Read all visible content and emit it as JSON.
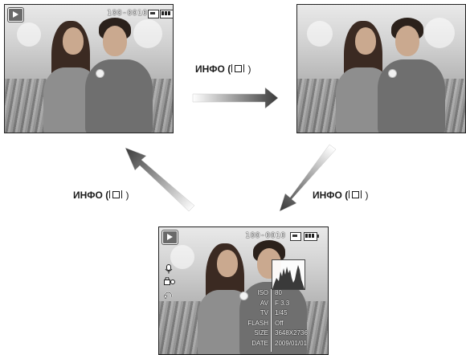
{
  "transition_label": "ИНФО (",
  "transition_label_close": " )",
  "screens": {
    "basic": {
      "file_number": "100-0010"
    },
    "plain": {},
    "detailed": {
      "file_number": "100-0010",
      "info": [
        {
          "key": "ISO",
          "value": "80"
        },
        {
          "key": "AV",
          "value": "F 3.3"
        },
        {
          "key": "TV",
          "value": "1/45"
        },
        {
          "key": "FLASH",
          "value": "Off"
        },
        {
          "key": "SIZE",
          "value": "3648X2736"
        },
        {
          "key": "DATE",
          "value": "2009/01/01"
        }
      ]
    }
  },
  "icons": {
    "play": "play-mode-icon",
    "memory": "memory-card-icon",
    "battery": "battery-icon",
    "display": "display-button-icon",
    "voice": "voice-memo-icon",
    "protect": "protect-icon",
    "rotate": "rotate-icon"
  },
  "colors": {
    "arrow": "#3a3a3a",
    "text": "#1b1b1b"
  }
}
